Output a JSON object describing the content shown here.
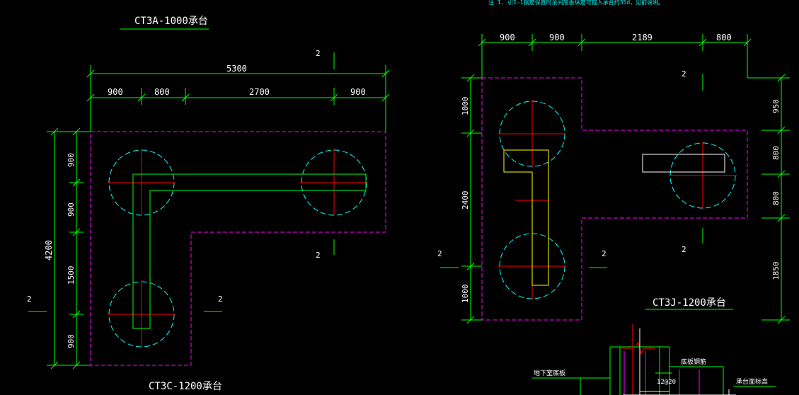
{
  "colors": {
    "background": "#000000",
    "dimension": "#00ff00",
    "outline": "#ff00ff",
    "pile": "#00ffff",
    "centerline": "#ff0000",
    "beam": "#ffff00",
    "rebar": "#ffffff",
    "text": "#ffffff",
    "note": "#00ffff"
  },
  "note_top": "注 1. 引1-1钢筋保直时余间底板纵筋可锚入承台约35d，见前说明。",
  "left_drawing": {
    "title_top": "CT3A-1000承台",
    "title_bottom": "CT3C-1200承台",
    "dims_top_total": "5300",
    "dims_top": [
      "900",
      "800",
      "2700",
      "900"
    ],
    "dims_left_total": "4200",
    "dims_left": [
      "900",
      "900",
      "1500",
      "900"
    ],
    "section_marks": [
      "2",
      "2",
      "2",
      "2"
    ]
  },
  "right_drawing": {
    "title": "CT3J-1200承台",
    "dims_top": [
      "900",
      "900",
      "2189",
      "800"
    ],
    "dims_left": [
      "1000",
      "2400",
      "1000"
    ],
    "dims_right": [
      "950",
      "800",
      "800",
      "1850"
    ],
    "section_marks": [
      "2",
      "2",
      "2",
      "2"
    ]
  },
  "detail": {
    "label_basement": "地下室底板",
    "label_bottom_rebar": "底板钢筋",
    "label_spacing": "12@20",
    "label_cap": "承台面标高"
  }
}
